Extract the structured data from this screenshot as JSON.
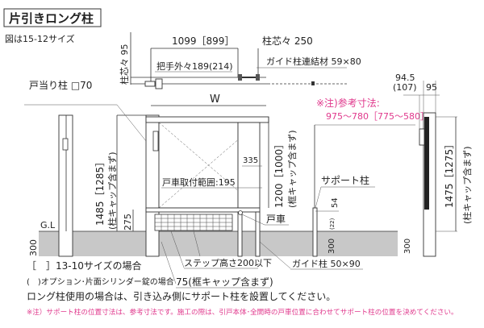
{
  "title": "片引きロング柱",
  "subtitle": "図は15-12サイズ",
  "plan_view": {
    "post_pitch_95": "柱芯々 95",
    "width_1099": "1099［899］",
    "post_pitch_250": "柱芯々 250",
    "handle_width": "把手外々189(214)",
    "guide_connector": "ガイド柱連結材 59×80",
    "stop_post": "戸当り柱 □70",
    "w": "W"
  },
  "elevation": {
    "height_1485": "1485［1285］",
    "excl_post_cap_left": "(柱キャップ含まず)",
    "h_275": "275",
    "gl": "G.L",
    "h_300_left": "300",
    "h_335": "335",
    "wheel_range": "戸車取付範囲:195",
    "height_1200": "1200［1000］",
    "excl_frame_cap": "(框キャップ含まず)",
    "wheel": "戸車",
    "support_post": "サポート柱",
    "h_54": "54",
    "h_22": "(22)",
    "h_300_mid": "300",
    "h_300_right": "300",
    "note_ref": "※注)参考寸法:",
    "note_range": "975〜780［775〜580］",
    "d_945": "94.5",
    "d_107": "(107)",
    "d_95": "95",
    "height_1475": "1475［1275］",
    "excl_post_cap_right": "(柱キャップ含まず)",
    "step_height": "ステップ高さ200以下",
    "guide_post": "ガイド柱 50×90",
    "frame_75": "75(框キャップ含まず)"
  },
  "notes": {
    "bracket": "［　］13-10サイズの場合",
    "paren": "(　)オプション･片面シリンダー錠の場合",
    "main": "ロング柱使用の場合は、引き込み側にサポート柱を設置してください。",
    "caution": "※注）サポート柱の位置寸法は、参考寸法です。施工の際は、引戸本体･全開時の戸車位置に合わせてサポート柱の位置を決めてください。"
  },
  "colors": {
    "note": "#e0388c",
    "ground": "#c8c8c8"
  }
}
